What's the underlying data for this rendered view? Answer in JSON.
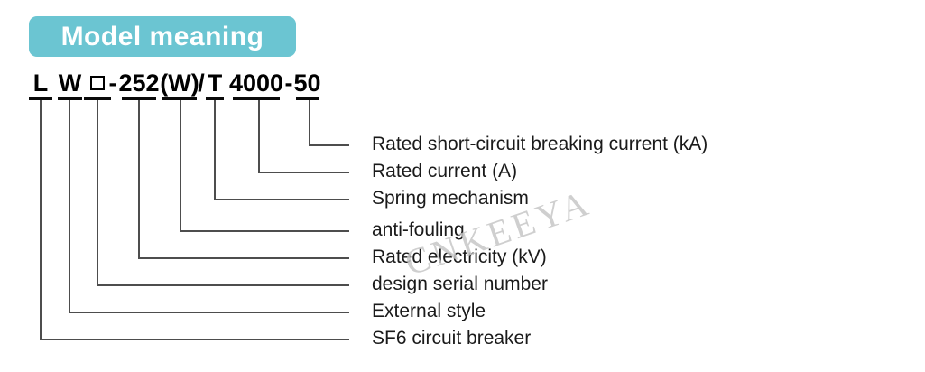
{
  "header": {
    "title": "Model meaning"
  },
  "colors": {
    "banner_bg": "#6bc5d2",
    "banner_text": "#ffffff",
    "code_text": "#000000",
    "connector_line": "#4d4d4d",
    "underline_bar": "#0a0a0a",
    "label_text": "#1a1a1a",
    "watermark_text": "#c7c7c7"
  },
  "model_code": {
    "full": "L W □ - 252 (W) / T 4000 - 50",
    "parts": [
      "L",
      "W",
      "□",
      "252",
      "(W)",
      "T",
      "4000",
      "50"
    ],
    "separators": [
      "-",
      "/",
      "-"
    ]
  },
  "rows": [
    {
      "code": "50",
      "label": "Rated short-circuit breaking current (kA)"
    },
    {
      "code": "4000",
      "label": "Rated current (A)"
    },
    {
      "code": "T",
      "label": "Spring mechanism"
    },
    {
      "code": "(W)",
      "label": "anti-fouling"
    },
    {
      "code": "252",
      "label": "Rated electricity (kV)"
    },
    {
      "code": "□",
      "label": "design serial number"
    },
    {
      "code": "W",
      "label": "External style"
    },
    {
      "code": "L",
      "label": "SF6 circuit breaker"
    }
  ],
  "watermark": {
    "text": "CNKEEYA"
  }
}
